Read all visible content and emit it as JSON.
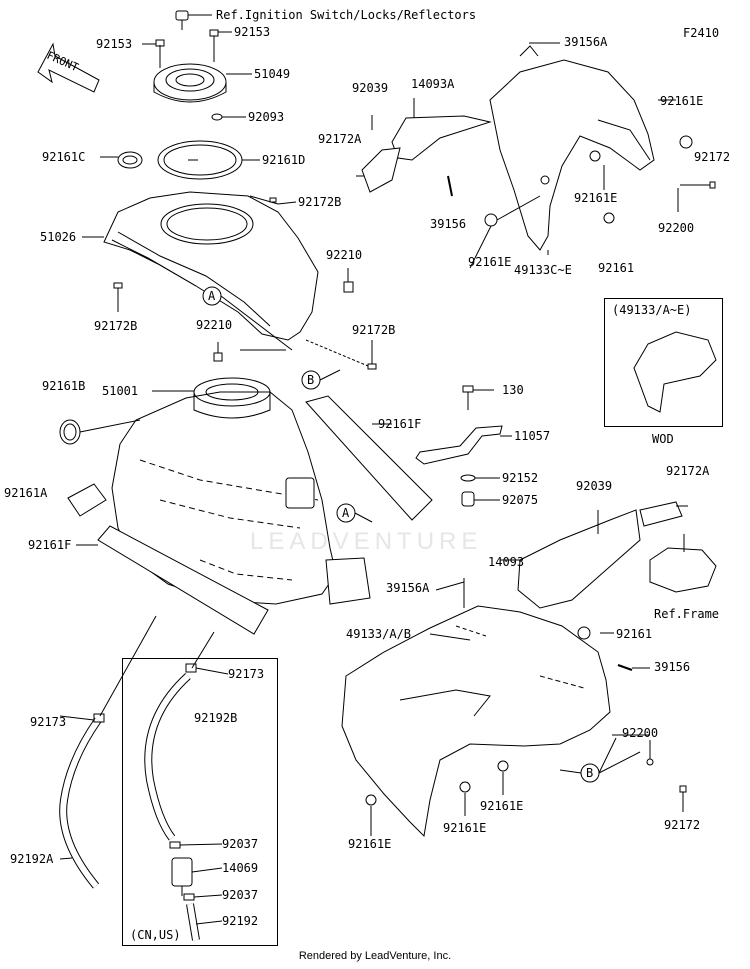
{
  "diagram_code": "F2410",
  "front_label": "FRONT",
  "watermark": "LEADVENTURE",
  "footer": "Rendered by LeadVenture, Inc.",
  "inset_title": "(49133/A~E)",
  "inset_caption": "WOD",
  "cn_us_label": "(CN,US)",
  "refs": {
    "A1": "A",
    "A2": "A",
    "B1": "B",
    "B2": "B"
  },
  "labels": {
    "ref_ignition": "Ref.Ignition Switch/Locks/Reflectors",
    "p92153_l": "92153",
    "p92153_r": "92153",
    "p51049": "51049",
    "p92093": "92093",
    "p92161C": "92161C",
    "p92161D": "92161D",
    "p92172B_top": "92172B",
    "p51026": "51026",
    "p92210_r": "92210",
    "p92172B_left": "92172B",
    "p92210_c": "92210",
    "p92172B_right": "92172B",
    "p51001": "51001",
    "p92161B": "92161B",
    "p92161F_r": "92161F",
    "p92161A": "92161A",
    "p92161F_l": "92161F",
    "p39156A_top": "39156A",
    "p14093A": "14093A",
    "p92039_top": "92039",
    "p92172A_top": "92172A",
    "p92161E_tr": "92161E",
    "p92172_tr": "92172",
    "p92161E_mid": "92161E",
    "p92200_top": "92200",
    "p39156_top": "39156",
    "p92161E_left": "92161E",
    "p92161_top": "92161",
    "p49133CE": "49133C~E",
    "p130": "130",
    "p11057": "11057",
    "p92152": "92152",
    "p92075": "92075",
    "p92039_low": "92039",
    "p92172A_low": "92172A",
    "p14093": "14093",
    "p39156A_low": "39156A",
    "ref_frame": "Ref.Frame",
    "p49133AB": "49133/A/B",
    "p92161_low": "92161",
    "p39156_low": "39156",
    "p92200_low": "92200",
    "p92161E_b1": "92161E",
    "p92161E_b2": "92161E",
    "p92161E_b3": "92161E",
    "p92172_low": "92172",
    "p92173_r": "92173",
    "p92192B": "92192B",
    "p92173_l": "92173",
    "p92037_a": "92037",
    "p14069": "14069",
    "p92037_b": "92037",
    "p92192": "92192",
    "p92192A": "92192A"
  }
}
